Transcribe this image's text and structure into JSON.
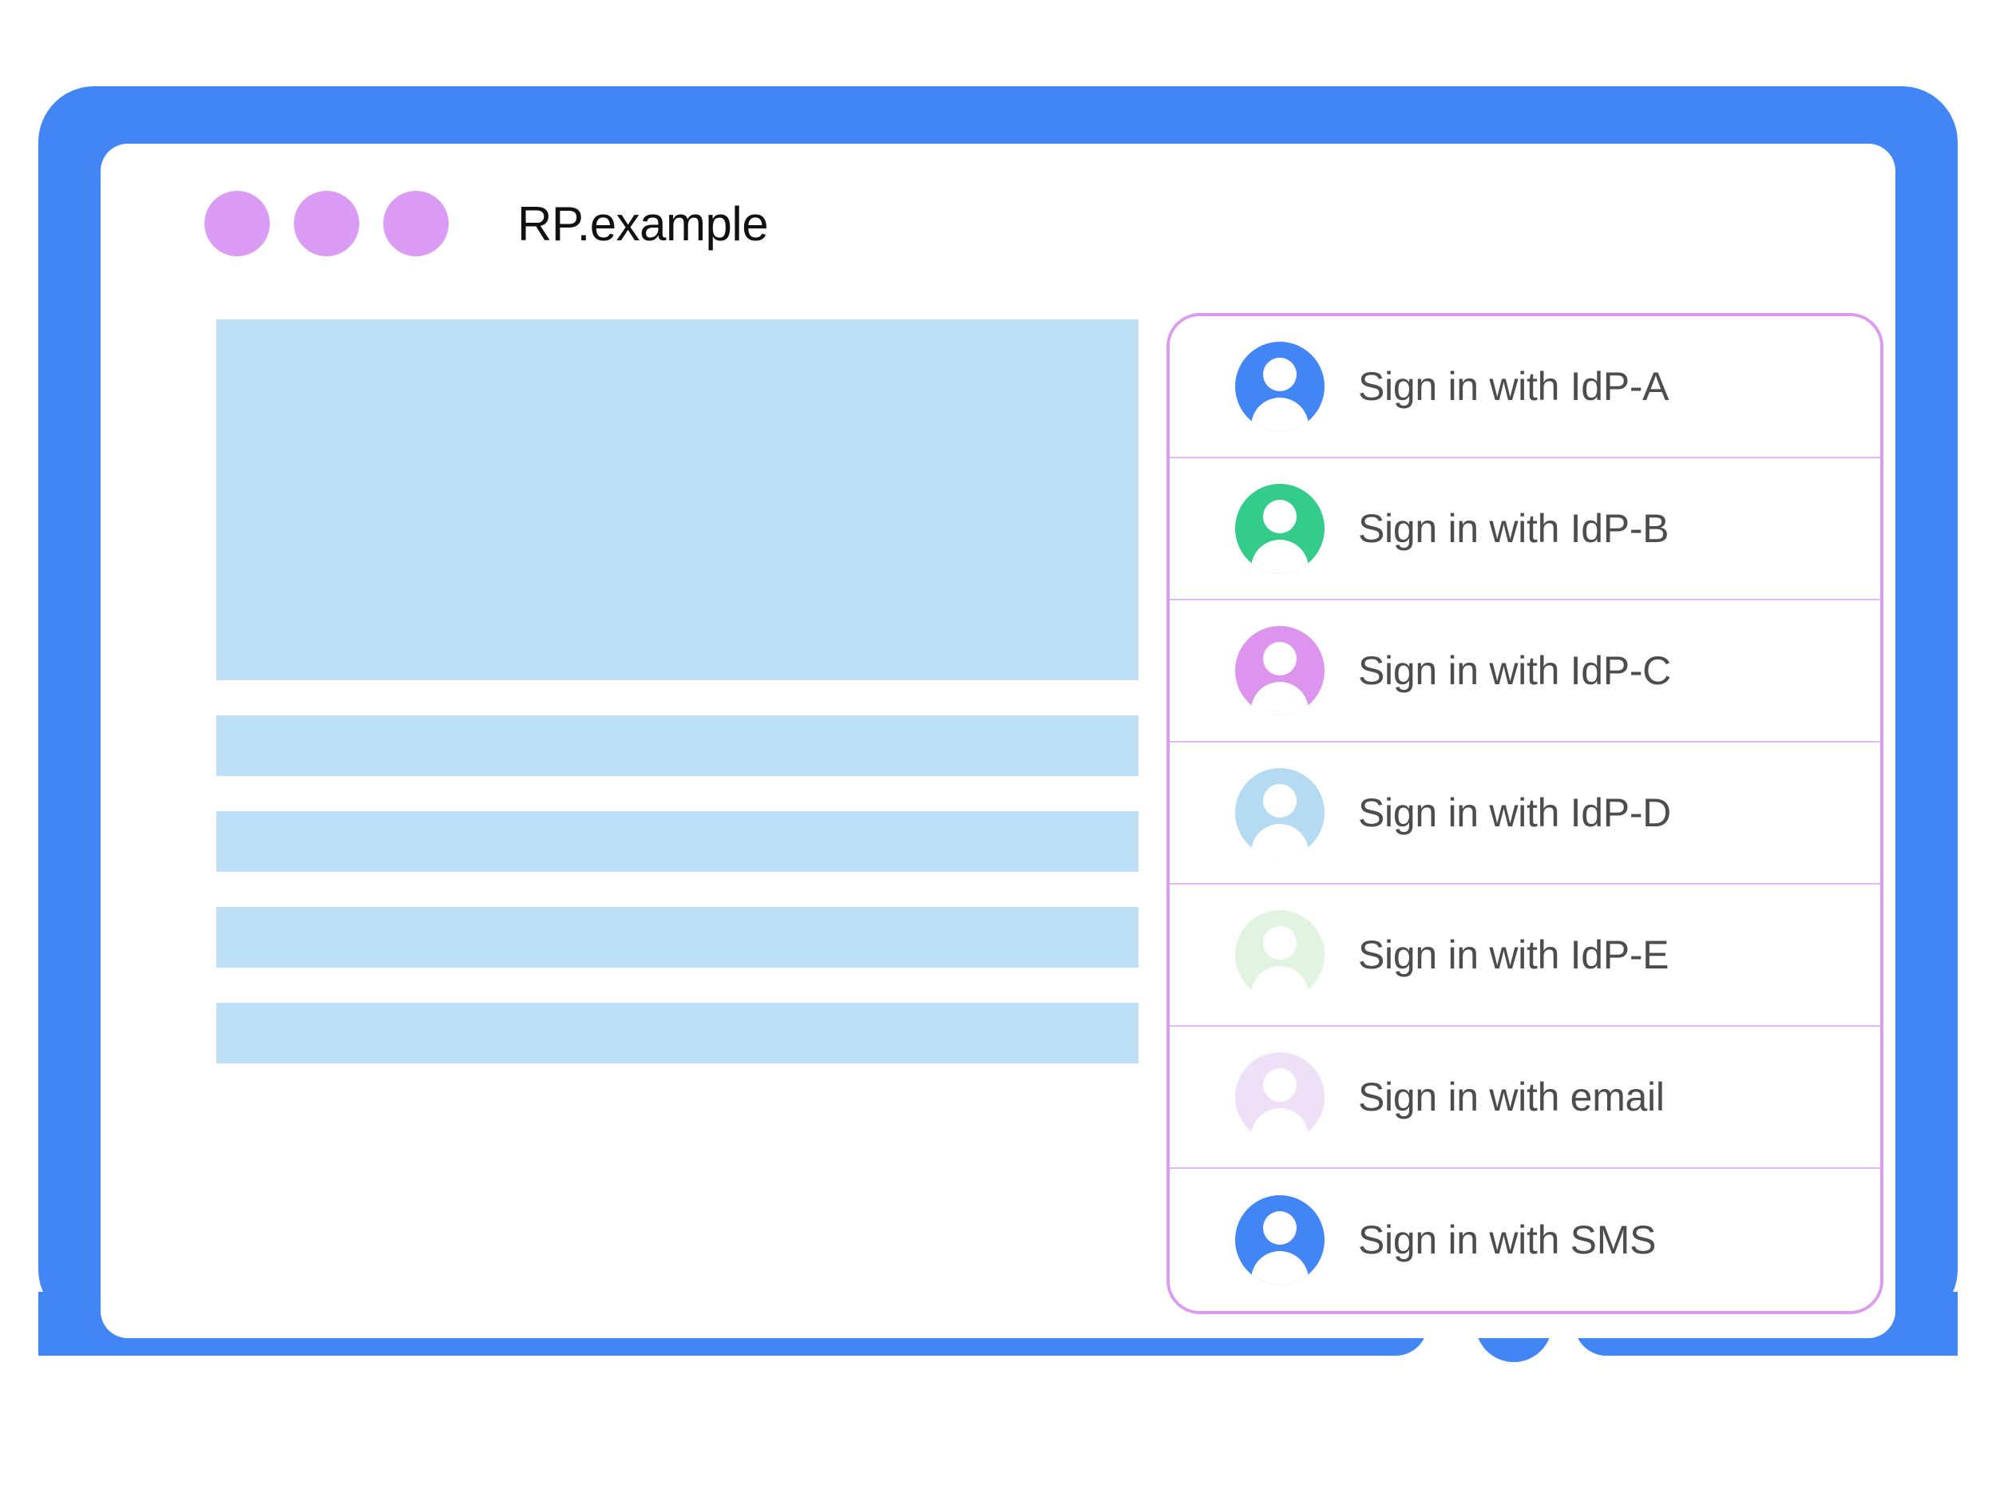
{
  "colors": {
    "frame_blue": "#4285f4",
    "window_dot_purple": "#dc9bf5",
    "skeleton_blue": "#bee0f7",
    "panel_border_purple": "#dd9bf0",
    "row_divider_purple": "#e3b9f2",
    "label_text": "#4d4d4d",
    "title_text": "#111111"
  },
  "browser": {
    "title": "RP.example",
    "window_dots": [
      {
        "name": "window-dot-1",
        "color": "#dc9bf5"
      },
      {
        "name": "window-dot-2",
        "color": "#dc9bf5"
      },
      {
        "name": "window-dot-3",
        "color": "#dc9bf5"
      }
    ]
  },
  "content": {
    "hero_placeholder": "",
    "bar_placeholders": [
      "",
      "",
      "",
      ""
    ]
  },
  "signin_panel": {
    "options": [
      {
        "label": "Sign in with IdP-A",
        "icon": "account-avatar-icon",
        "avatar_color": "#4285f4"
      },
      {
        "label": "Sign in with IdP-B",
        "icon": "account-avatar-icon",
        "avatar_color": "#34cc8a"
      },
      {
        "label": "Sign in with IdP-C",
        "icon": "account-avatar-icon",
        "avatar_color": "#dd94ee"
      },
      {
        "label": "Sign in with IdP-D",
        "icon": "account-avatar-icon",
        "avatar_color": "#b4dbf2"
      },
      {
        "label": "Sign in with IdP-E",
        "icon": "account-avatar-icon",
        "avatar_color": "#e1f3e1"
      },
      {
        "label": "Sign in with email",
        "icon": "account-avatar-icon",
        "avatar_color": "#eee0f7"
      },
      {
        "label": "Sign in with SMS",
        "icon": "account-avatar-icon",
        "avatar_color": "#4285f4"
      }
    ]
  },
  "device": {
    "home_button": "home-button"
  }
}
